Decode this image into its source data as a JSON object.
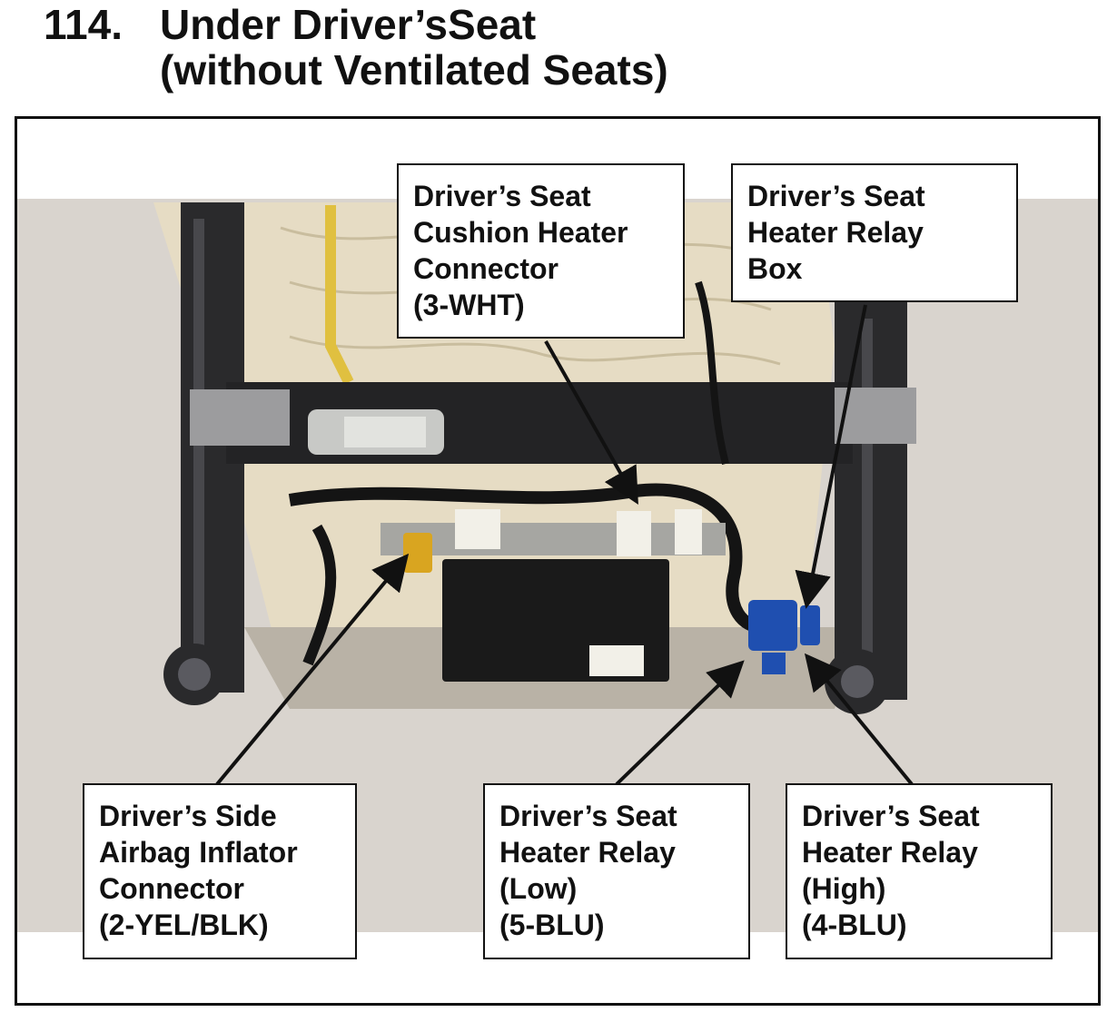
{
  "title": {
    "number": "114.",
    "line1": "Under Driver’sSeat",
    "line2": "(without Ventilated Seats)"
  },
  "labels": {
    "cushion_heater_connector": [
      "Driver’s Seat",
      "Cushion Heater",
      "Connector",
      "(3-WHT)"
    ],
    "heater_relay_box": [
      "Driver’s Seat",
      "Heater Relay",
      "Box"
    ],
    "airbag_inflator_connector": [
      "Driver’s Side",
      "Airbag Inflator",
      "Connector",
      "(2-YEL/BLK)"
    ],
    "heater_relay_low": [
      "Driver’s Seat",
      "Heater Relay",
      "(Low)",
      "(5-BLU)"
    ],
    "heater_relay_high": [
      "Driver’s Seat",
      "Heater Relay",
      "(High)",
      "(4-BLU)"
    ]
  },
  "colors": {
    "connector_yellow": "#d9a520",
    "relay_blue": "#1f4fb0",
    "connector_white": "#f2f0e8",
    "seat_frame": "#2a2a2c",
    "background": "#d9d4ce"
  }
}
